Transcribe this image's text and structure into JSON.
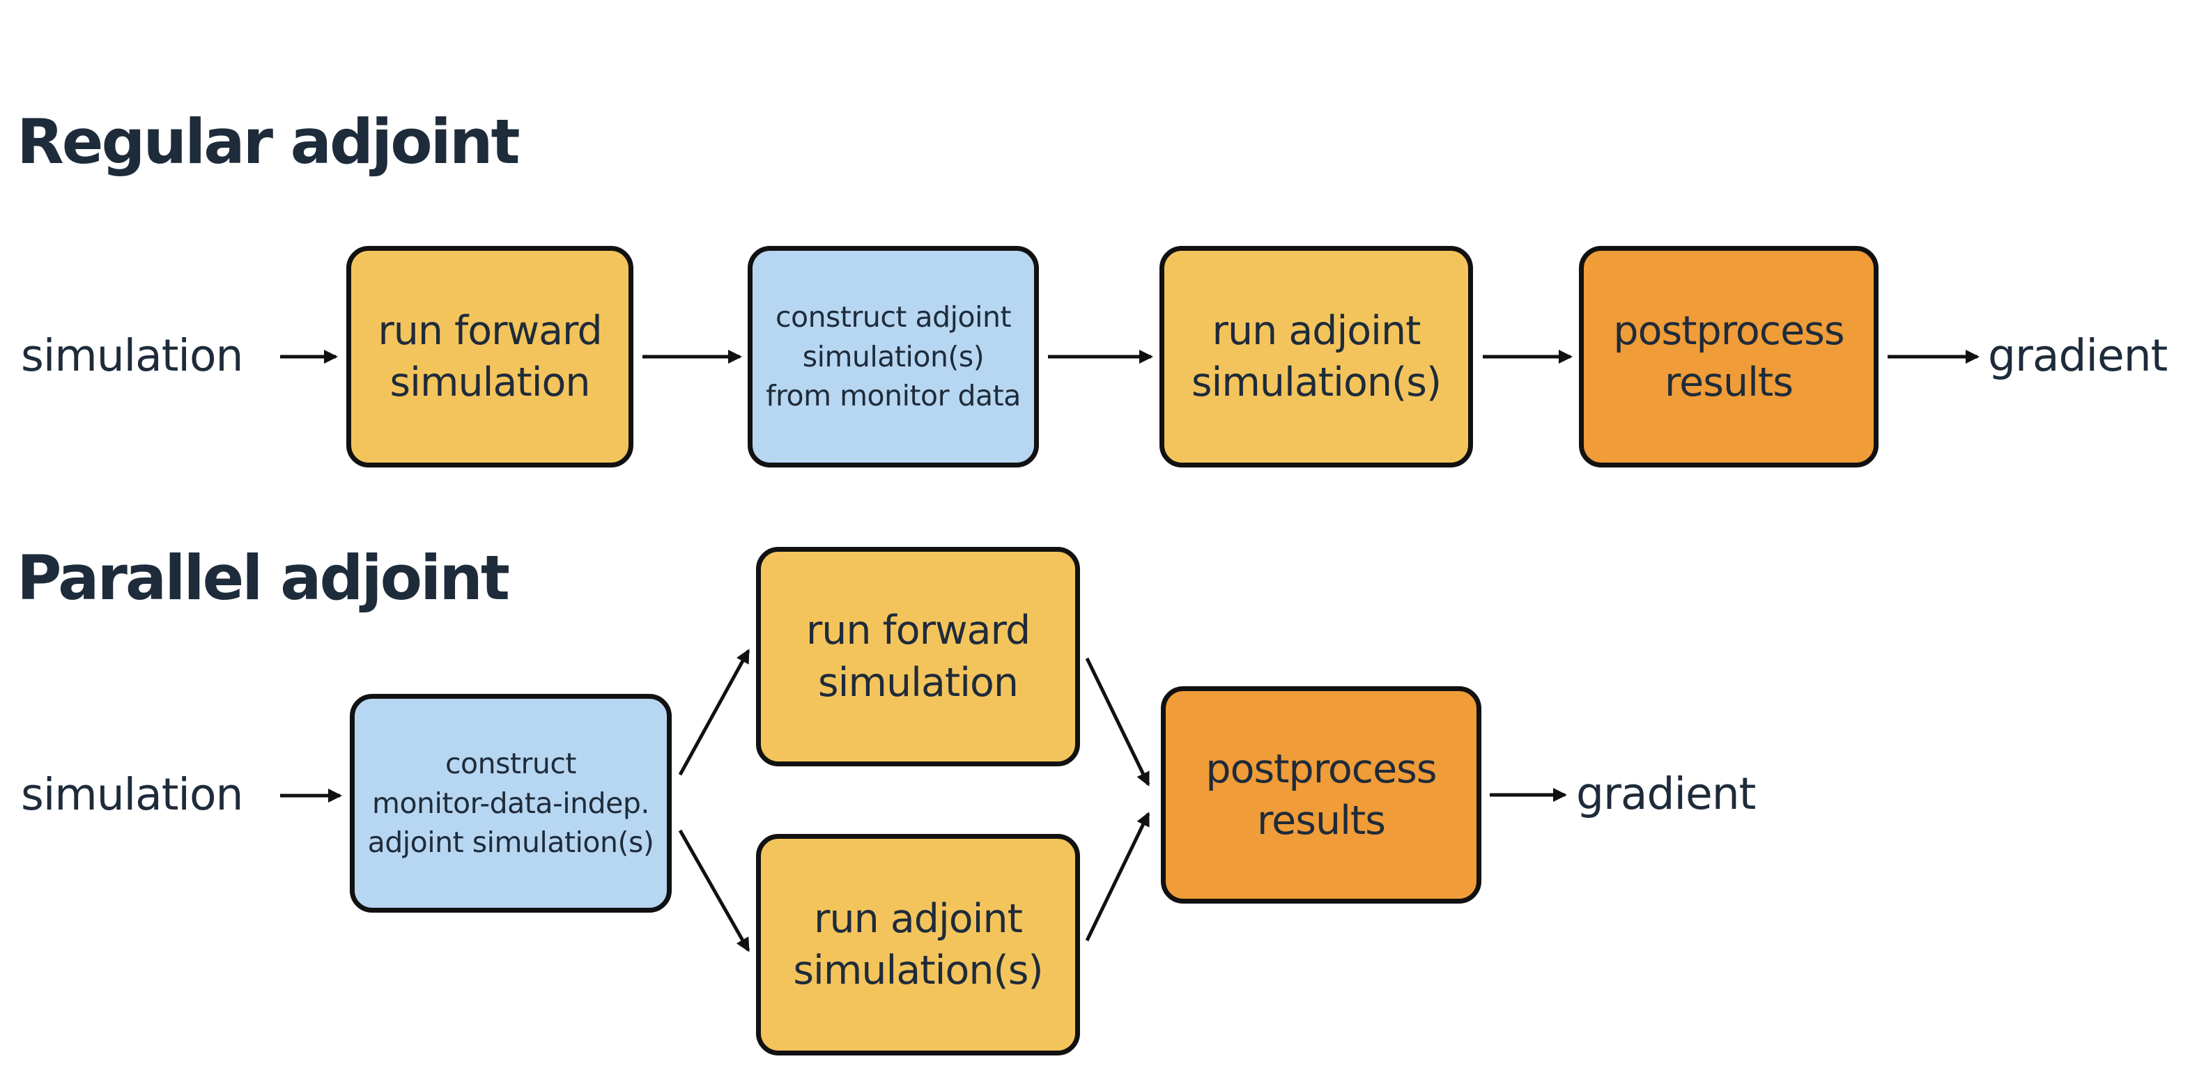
{
  "colors": {
    "background": "#ffffff",
    "ink": "#1E2B3A",
    "stroke": "#111111",
    "yellow": "#F4C45C",
    "blue": "#B7D6F1",
    "orange": "#F09C38"
  },
  "sections": [
    {
      "title": "Regular adjoint",
      "input_label": "simulation",
      "output_label": "gradient",
      "steps": [
        {
          "label": "run forward\nsimulation",
          "color": "yellow"
        },
        {
          "label": "construct adjoint\nsimulation(s)\nfrom monitor data",
          "color": "blue"
        },
        {
          "label": "run adjoint\nsimulation(s)",
          "color": "yellow"
        },
        {
          "label": "postprocess\nresults",
          "color": "orange"
        }
      ]
    },
    {
      "title": "Parallel adjoint",
      "input_label": "simulation",
      "output_label": "gradient",
      "steps": [
        {
          "label": "construct\nmonitor-data-indep.\nadjoint simulation(s)",
          "color": "blue"
        },
        {
          "label": "run forward\nsimulation",
          "color": "yellow"
        },
        {
          "label": "run adjoint\nsimulation(s)",
          "color": "yellow"
        },
        {
          "label": "postprocess\nresults",
          "color": "orange"
        }
      ]
    }
  ]
}
